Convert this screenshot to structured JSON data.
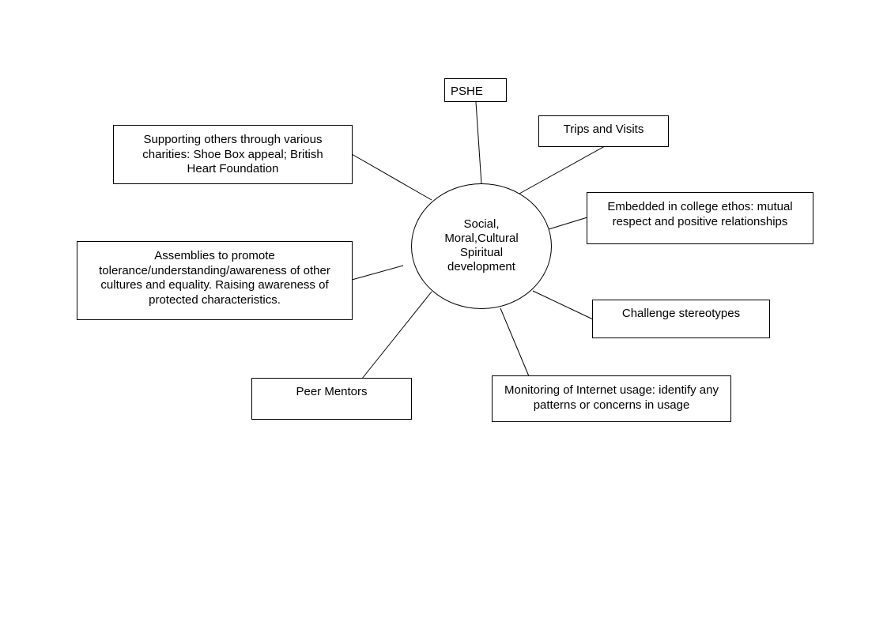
{
  "hub": {
    "label": "Social, Moral,Cultural Spiritual development"
  },
  "nodes": {
    "pshe": "PSHE",
    "trips": "Trips and Visits",
    "ethos": "Embedded in college ethos: mutual respect and positive relationships",
    "stereotypes": "Challenge stereotypes",
    "internet": "Monitoring of Internet usage: identify any patterns or concerns in usage",
    "peer": "Peer Mentors",
    "assemblies": "Assemblies to promote tolerance/understanding/awareness of other cultures and equality. Raising awareness of protected characteristics.",
    "charities": "Supporting others through various charities: Shoe Box appeal; British Heart Foundation"
  }
}
